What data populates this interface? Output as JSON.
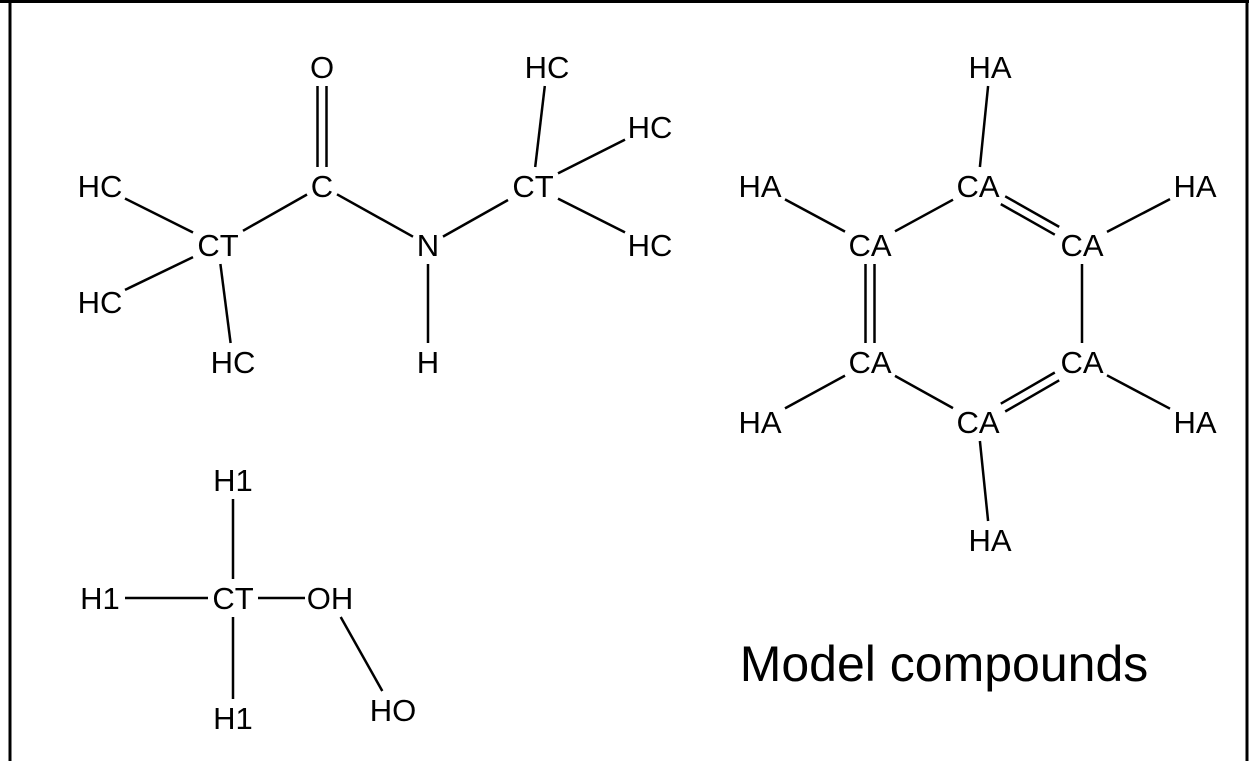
{
  "caption": "Model compounds",
  "molecules": [
    {
      "id": "n-methylacetamide",
      "atoms": [
        {
          "id": "o1",
          "label": "O"
        },
        {
          "id": "c1",
          "label": "C"
        },
        {
          "id": "ct1",
          "label": "CT"
        },
        {
          "id": "hc1",
          "label": "HC"
        },
        {
          "id": "hc2",
          "label": "HC"
        },
        {
          "id": "hc3",
          "label": "HC"
        },
        {
          "id": "n1",
          "label": "N"
        },
        {
          "id": "h1",
          "label": "H"
        },
        {
          "id": "ct2",
          "label": "CT"
        },
        {
          "id": "hc4",
          "label": "HC"
        },
        {
          "id": "hc5",
          "label": "HC"
        },
        {
          "id": "hc6",
          "label": "HC"
        }
      ],
      "bonds": [
        {
          "a": "c1",
          "b": "o1",
          "order": 2
        },
        {
          "a": "c1",
          "b": "ct1",
          "order": 1
        },
        {
          "a": "ct1",
          "b": "hc1",
          "order": 1
        },
        {
          "a": "ct1",
          "b": "hc2",
          "order": 1
        },
        {
          "a": "ct1",
          "b": "hc3",
          "order": 1
        },
        {
          "a": "c1",
          "b": "n1",
          "order": 1
        },
        {
          "a": "n1",
          "b": "h1",
          "order": 1
        },
        {
          "a": "n1",
          "b": "ct2",
          "order": 1
        },
        {
          "a": "ct2",
          "b": "hc4",
          "order": 1
        },
        {
          "a": "ct2",
          "b": "hc5",
          "order": 1
        },
        {
          "a": "ct2",
          "b": "hc6",
          "order": 1
        }
      ]
    },
    {
      "id": "benzene",
      "atoms": [
        {
          "id": "ca1",
          "label": "CA"
        },
        {
          "id": "ca2",
          "label": "CA"
        },
        {
          "id": "ca3",
          "label": "CA"
        },
        {
          "id": "ca4",
          "label": "CA"
        },
        {
          "id": "ca5",
          "label": "CA"
        },
        {
          "id": "ca6",
          "label": "CA"
        },
        {
          "id": "ha1",
          "label": "HA"
        },
        {
          "id": "ha2",
          "label": "HA"
        },
        {
          "id": "ha3",
          "label": "HA"
        },
        {
          "id": "ha4",
          "label": "HA"
        },
        {
          "id": "ha5",
          "label": "HA"
        },
        {
          "id": "ha6",
          "label": "HA"
        }
      ],
      "bonds": [
        {
          "a": "ca1",
          "b": "ca2",
          "order": 2
        },
        {
          "a": "ca2",
          "b": "ca3",
          "order": 1
        },
        {
          "a": "ca3",
          "b": "ca4",
          "order": 2
        },
        {
          "a": "ca4",
          "b": "ca5",
          "order": 1
        },
        {
          "a": "ca5",
          "b": "ca6",
          "order": 2
        },
        {
          "a": "ca6",
          "b": "ca1",
          "order": 1
        },
        {
          "a": "ca1",
          "b": "ha1",
          "order": 1
        },
        {
          "a": "ca2",
          "b": "ha2",
          "order": 1
        },
        {
          "a": "ca3",
          "b": "ha3",
          "order": 1
        },
        {
          "a": "ca4",
          "b": "ha4",
          "order": 1
        },
        {
          "a": "ca5",
          "b": "ha5",
          "order": 1
        },
        {
          "a": "ca6",
          "b": "ha6",
          "order": 1
        }
      ]
    },
    {
      "id": "methanol",
      "atoms": [
        {
          "id": "ct3",
          "label": "CT"
        },
        {
          "id": "h1a",
          "label": "H1"
        },
        {
          "id": "h1b",
          "label": "H1"
        },
        {
          "id": "h1c",
          "label": "H1"
        },
        {
          "id": "oh1",
          "label": "OH"
        },
        {
          "id": "ho1",
          "label": "HO"
        }
      ],
      "bonds": [
        {
          "a": "ct3",
          "b": "h1a",
          "order": 1
        },
        {
          "a": "ct3",
          "b": "h1b",
          "order": 1
        },
        {
          "a": "ct3",
          "b": "h1c",
          "order": 1
        },
        {
          "a": "ct3",
          "b": "oh1",
          "order": 1
        },
        {
          "a": "oh1",
          "b": "ho1",
          "order": 1
        }
      ]
    }
  ]
}
